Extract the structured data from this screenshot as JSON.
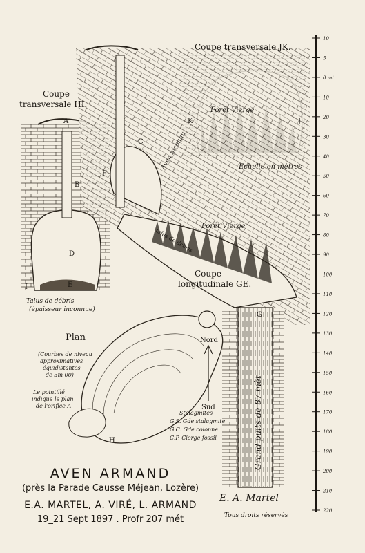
{
  "labels": {
    "coupe_hi": "Coupe\ntransversale HI.",
    "coupe_jk": "Coupe transversale JK.",
    "coupe_long": "Coupe\nlongitudinale GE.",
    "foret_vierge_jk": "Forêt Vierge",
    "foret_vierge_long": "Forêt Vierge",
    "echelle": "Echelle en mètres",
    "talus": "Talus de débris",
    "epaisseur": "(épaisseur inconnue)",
    "plan": "Plan",
    "courbes": "(Courbes de niveau\napproximatives\néquidistantes\nde 3m 00)",
    "pointille": "Le pointillé\nindique le plan\nde l'orifice A",
    "nord": "Nord",
    "sud": "Sud",
    "grand_puits": "Grand puits de 87 mèt",
    "aven_inconnu": "Aven inconnu",
    "talus_long": "talus de débris",
    "legend_gs": "G.S. Gde stalagmite",
    "legend_gc": "G.C. Gde colonne",
    "legend_cp": "C.P. Cierge fossil",
    "stalagmites": "Stalagmites",
    "signature": "E. A. Martel",
    "droits": "Tous droits réservés"
  },
  "points": [
    "A",
    "B",
    "C",
    "D",
    "E",
    "F",
    "G",
    "H",
    "I",
    "J",
    "K"
  ],
  "scale_ticks": [
    "10",
    "5",
    "0 mt",
    "10",
    "20",
    "30",
    "40",
    "50",
    "60",
    "70",
    "80",
    "90",
    "100",
    "110",
    "120",
    "130",
    "140",
    "150",
    "160",
    "170",
    "180",
    "190",
    "200",
    "210",
    "220"
  ],
  "title_block": {
    "title": "AVEN ARMAND",
    "subtitle": "(près la Parade Causse Méjean, Lozère)",
    "authors": "E.A. MARTEL, A. VIRÉ, L. ARMAND",
    "date": "19_21 Sept 1897 . Profr 207 mét"
  }
}
